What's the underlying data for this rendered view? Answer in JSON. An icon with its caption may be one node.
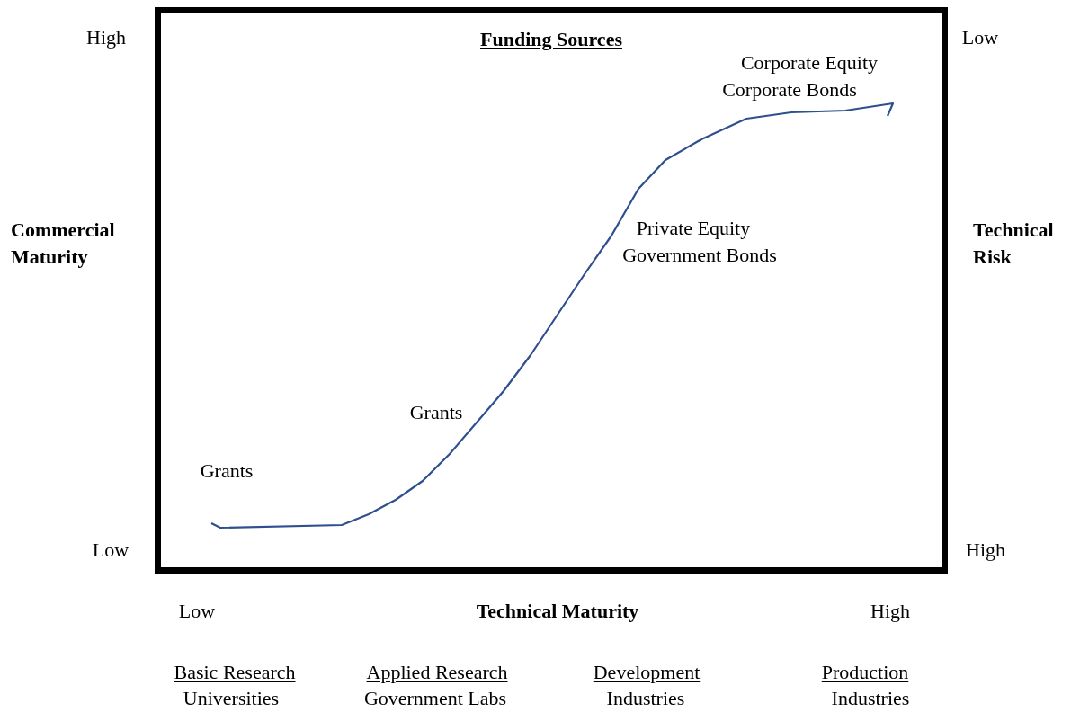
{
  "diagram": {
    "nodes": [
      {
        "text": [
          "Funding Sources"
        ]
      }
    ],
    "edges": [],
    "labels": [
      "High",
      "Low",
      "Corporate Equity",
      "Corporate Bonds",
      "Commercial Maturity",
      "Private Equity",
      "Government Bonds",
      "Technical Risk",
      "Grants",
      "Grants",
      "Low",
      "High",
      "Low",
      "Technical Maturity",
      "High",
      "Basic Research",
      "Applied Research",
      "Development",
      "Production",
      "Universities",
      "Government Labs",
      "Industries",
      "Industries"
    ]
  }
}
